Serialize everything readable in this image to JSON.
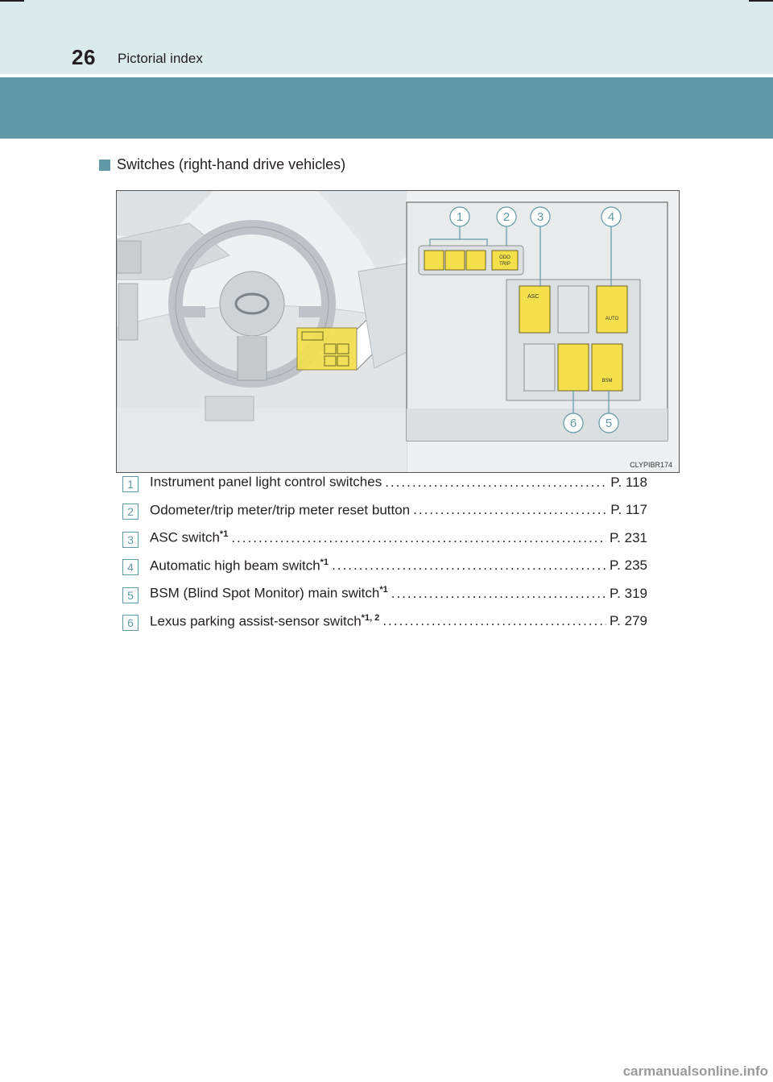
{
  "header": {
    "page_number": "26",
    "title": "Pictorial index"
  },
  "section": {
    "title": "Switches (right-hand drive vehicles)"
  },
  "figure": {
    "code": "CLYPIBR174",
    "callouts": [
      "1",
      "2",
      "3",
      "4",
      "6",
      "5"
    ],
    "switch_labels": {
      "odo": "ODO",
      "trip": "TRIP",
      "asc": "ASC",
      "auto": "AUTO",
      "bsm": "BSM"
    }
  },
  "items": [
    {
      "num": "1",
      "label": "Instrument panel light control switches",
      "sup": "",
      "page": "P. 118"
    },
    {
      "num": "2",
      "label": "Odometer/trip meter/trip meter reset button",
      "sup": "",
      "page": "P. 117"
    },
    {
      "num": "3",
      "label": "ASC switch",
      "sup": "*1",
      "page": "P. 231"
    },
    {
      "num": "4",
      "label": "Automatic high beam switch",
      "sup": "*1",
      "page": "P. 235"
    },
    {
      "num": "5",
      "label": "BSM (Blind Spot Monitor) main switch",
      "sup": "*1",
      "page": "P. 319"
    },
    {
      "num": "6",
      "label": "Lexus parking assist-sensor switch",
      "sup": "*1, 2",
      "page": "P. 279"
    }
  ],
  "watermark": "carmanualsonline.info",
  "colors": {
    "accent": "#5f9aa6",
    "header_band": "#dbeaea",
    "switch_yellow": "#f4e04a"
  }
}
